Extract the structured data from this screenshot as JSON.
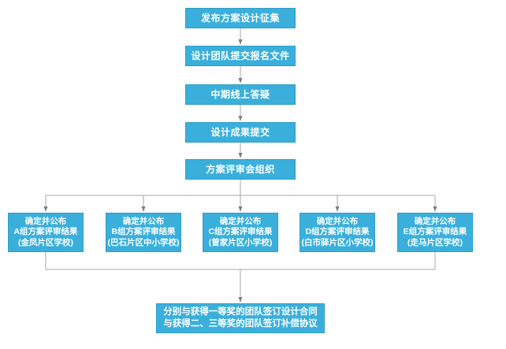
{
  "flowchart": {
    "accent_color": "#3bafdb",
    "line_color": "#a9a9a9",
    "arrow_color": "#7f7f7f",
    "text_color": "#ffffff",
    "steps": [
      {
        "label": "发布方案设计征集"
      },
      {
        "label": "设计团队提交报名文件"
      },
      {
        "label": "中期线上答疑"
      },
      {
        "label": "设计成果提交"
      },
      {
        "label": "方案评审会组织"
      }
    ],
    "groups": [
      {
        "line1": "确定并公布",
        "line2": "A组方案评审结果",
        "line3": "(金凤片区学校)"
      },
      {
        "line1": "确定并公布",
        "line2": "B组方案评审结果",
        "line3": "(巴石片区中小学校)"
      },
      {
        "line1": "确定并公布",
        "line2": "C组方案评审结果",
        "line3": "(曾家片区小学校)"
      },
      {
        "line1": "确定并公布",
        "line2": "D组方案评审结果",
        "line3": "(白市驿片区小学校)"
      },
      {
        "line1": "确定并公布",
        "line2": "E组方案评审结果",
        "line3": "(走马片区学校)"
      }
    ],
    "final": {
      "line1": "分别与获得一等奖的团队签订设计合同",
      "line2": "与获得二、三等奖的团队签订补偿协议"
    }
  }
}
